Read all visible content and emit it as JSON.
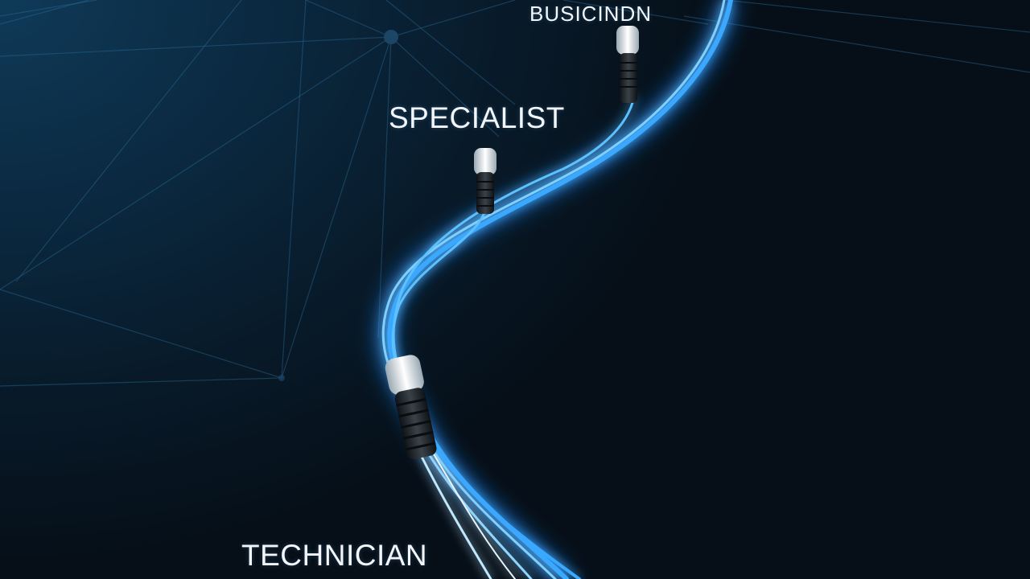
{
  "labels": {
    "top": "BUSICINDN",
    "middle": "SPECIALIST",
    "bottom": "TECHNICIAN"
  },
  "colors": {
    "background": "#07121c",
    "glow": "#3aa8ff",
    "core": "#e6f6ff",
    "network_lines": "#2a6a96"
  },
  "icons": {
    "connector": "cable-connector-icon",
    "network": "network-mesh-icon"
  }
}
